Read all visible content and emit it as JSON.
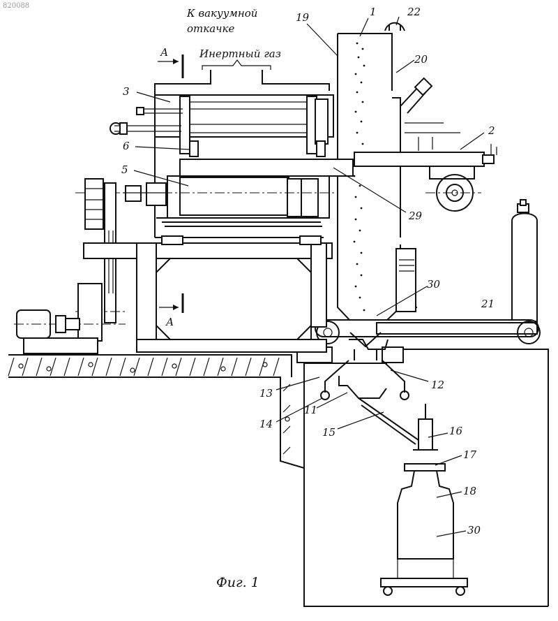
{
  "figure": {
    "stamp": "820088",
    "caption": "Фиг. 1",
    "header_vacuum_line1": "К вакуумной",
    "header_vacuum_line2": "откачке",
    "header_gas": "Инертный газ",
    "section_mark": "А"
  },
  "labels": [
    {
      "id": "1",
      "text": "1"
    },
    {
      "id": "2",
      "text": "2"
    },
    {
      "id": "3",
      "text": "3"
    },
    {
      "id": "5",
      "text": "5"
    },
    {
      "id": "6",
      "text": "6"
    },
    {
      "id": "11",
      "text": "11"
    },
    {
      "id": "12",
      "text": "12"
    },
    {
      "id": "13",
      "text": "13"
    },
    {
      "id": "14",
      "text": "14"
    },
    {
      "id": "15",
      "text": "15"
    },
    {
      "id": "16",
      "text": "16"
    },
    {
      "id": "17",
      "text": "17"
    },
    {
      "id": "18",
      "text": "18"
    },
    {
      "id": "19",
      "text": "19"
    },
    {
      "id": "20",
      "text": "20"
    },
    {
      "id": "21",
      "text": "21"
    },
    {
      "id": "22",
      "text": "22"
    },
    {
      "id": "29",
      "text": "29"
    },
    {
      "id": "30a",
      "text": "30"
    },
    {
      "id": "30b",
      "text": "30"
    }
  ]
}
